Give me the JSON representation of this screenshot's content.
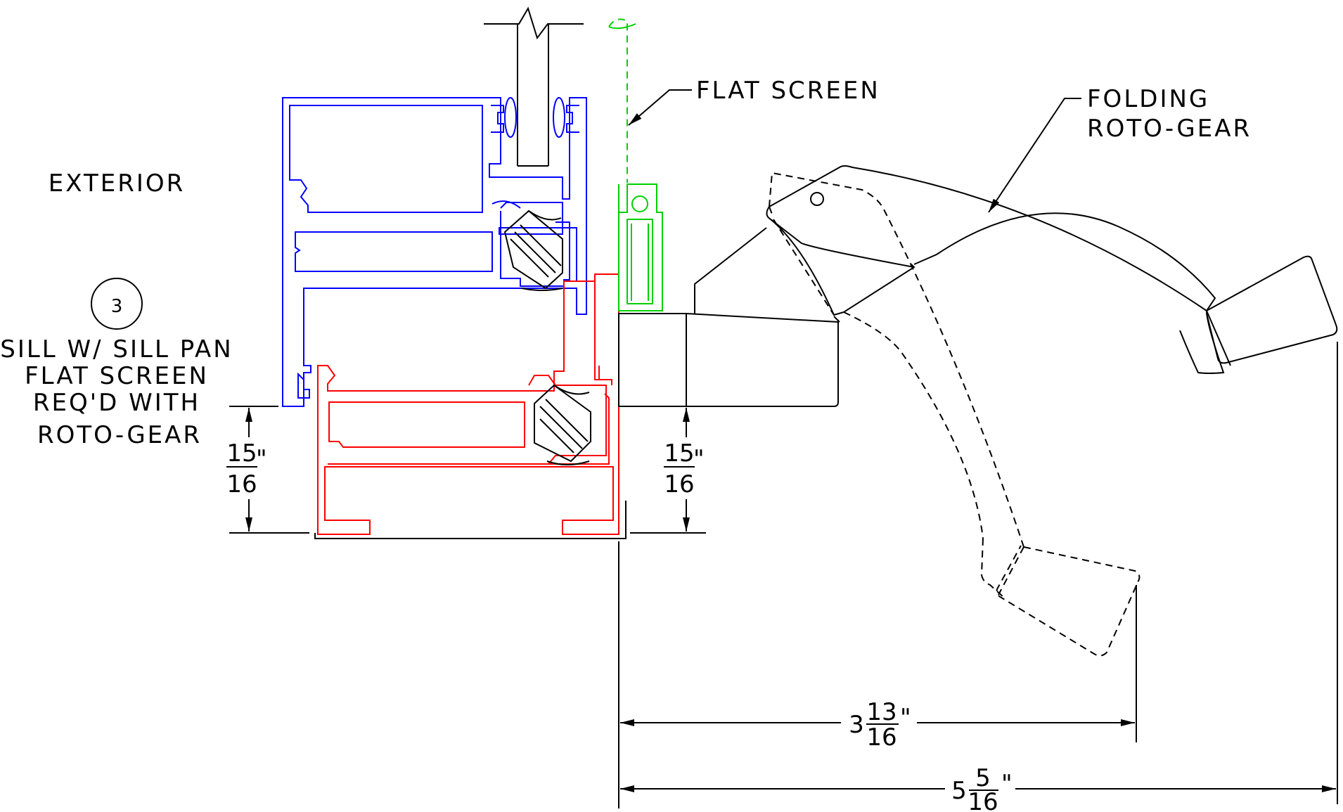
{
  "labels": {
    "exterior": "EXTERIOR",
    "detail_number": "3",
    "detail_title": [
      "SILL W/ SILL PAN",
      "FLAT SCREEN",
      "REQ'D WITH",
      "ROTO-GEAR"
    ],
    "flat_screen": "FLAT SCREEN",
    "folding_roto_gear": [
      "FOLDING",
      "ROTO-GEAR"
    ]
  },
  "dimensions": {
    "left_height": {
      "num": "15",
      "den": "16",
      "mark": "\""
    },
    "right_height": {
      "num": "15",
      "den": "16",
      "mark": "\""
    },
    "folded_width": {
      "whole": "3",
      "num": "13",
      "den": "16",
      "mark": "\""
    },
    "open_width": {
      "whole": "5",
      "num": "5",
      "den": "16",
      "mark": "\""
    }
  },
  "colors": {
    "sash": "#0000ff",
    "frame": "#ff0000",
    "screen": "#00d000",
    "lines": "#000000"
  }
}
